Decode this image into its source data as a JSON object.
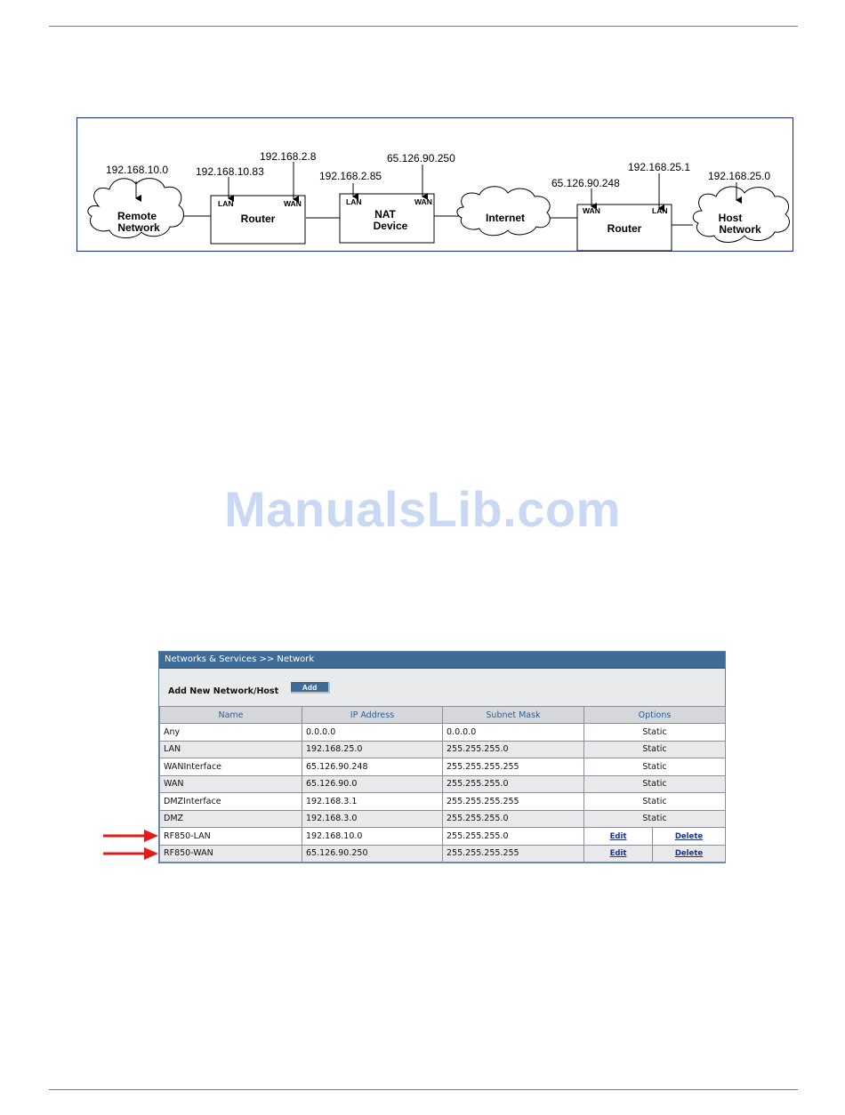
{
  "diagram": {
    "ips": {
      "remote_net": "192.168.10.0",
      "router1_lan": "192.168.10.83",
      "router1_wan": "192.168.2.8",
      "nat_lan": "192.168.2.85",
      "nat_wan": "65.126.90.250",
      "router2_wan": "65.126.90.248",
      "router2_lan": "192.168.25.1",
      "host_net": "192.168.25.0"
    },
    "remote_network": [
      "Remote",
      "Network"
    ],
    "router1": {
      "label": "Router",
      "lan": "LAN",
      "wan": "WAN"
    },
    "nat": {
      "label": [
        "NAT",
        "Device"
      ],
      "lan": "LAN",
      "wan": "WAN"
    },
    "internet": "Internet",
    "router2": {
      "label": "Router",
      "wan": "WAN",
      "lan": "LAN"
    },
    "host_network": [
      "Host",
      "Network"
    ]
  },
  "watermark": "ManualsLib.com",
  "panel": {
    "header": "Networks & Services >> Network",
    "add_label": "Add New Network/Host",
    "add_button": "Add",
    "columns": [
      "Name",
      "IP Address",
      "Subnet Mask",
      "Options"
    ],
    "rows": [
      {
        "name": "Any",
        "ip": "0.0.0.0",
        "mask": "0.0.0.0",
        "option": "Static"
      },
      {
        "name": "LAN",
        "ip": "192.168.25.0",
        "mask": "255.255.255.0",
        "option": "Static"
      },
      {
        "name": "WANInterface",
        "ip": "65.126.90.248",
        "mask": "255.255.255.255",
        "option": "Static"
      },
      {
        "name": "WAN",
        "ip": "65.126.90.0",
        "mask": "255.255.255.0",
        "option": "Static"
      },
      {
        "name": "DMZInterface",
        "ip": "192.168.3.1",
        "mask": "255.255.255.255",
        "option": "Static"
      },
      {
        "name": "DMZ",
        "ip": "192.168.3.0",
        "mask": "255.255.255.0",
        "option": "Static"
      },
      {
        "name": "RF850-LAN",
        "ip": "192.168.10.0",
        "mask": "255.255.255.0",
        "edit": "Edit",
        "delete": "Delete"
      },
      {
        "name": "RF850-WAN",
        "ip": "65.126.90.250",
        "mask": "255.255.255.255",
        "edit": "Edit",
        "delete": "Delete"
      }
    ]
  },
  "colors": {
    "arrow": "#e31b1b",
    "panel_header": "#3f6b97",
    "watermark": "#c9d9f3"
  }
}
